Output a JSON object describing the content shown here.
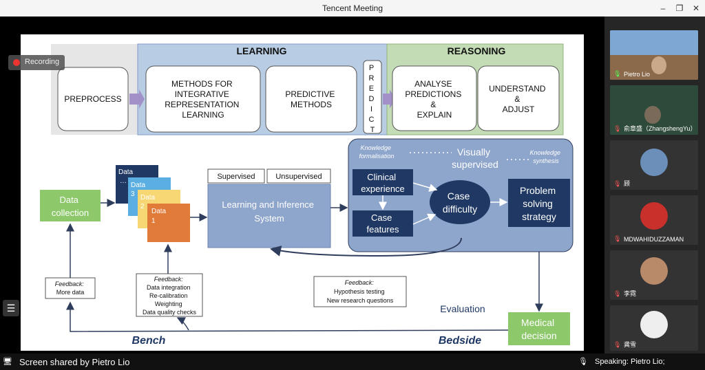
{
  "window": {
    "title": "Tencent Meeting",
    "minimize": "–",
    "maximize": "❐",
    "close": "✕"
  },
  "recording": {
    "label": "Recording"
  },
  "slide": {
    "learning_header": "LEARNING",
    "reasoning_header": "REASONING",
    "preprocess": "PREPROCESS",
    "methods": [
      "METHODS FOR",
      "INTEGRATIVE",
      "REPRESENTATION",
      "LEARNING"
    ],
    "predictive": [
      "PREDICTIVE",
      "METHODS"
    ],
    "predict_letters": [
      "P",
      "R",
      "E",
      "D",
      "I",
      "C",
      "T"
    ],
    "analyse": [
      "ANALYSE",
      "PREDICTIONS",
      "&",
      "EXPLAIN"
    ],
    "understand": [
      "UNDERSTAND",
      "&",
      "ADJUST"
    ],
    "data_collection": [
      "Data",
      "collection"
    ],
    "data_stack": [
      "Data",
      "…",
      "Data",
      "3",
      "Data",
      "2",
      "Data",
      "1"
    ],
    "supervised": "Supervised",
    "unsupervised": "Unsupervised",
    "learning_system": [
      "Learning and Inference",
      "System"
    ],
    "knowledge_formalisation": [
      "Knowledge",
      "formalisation"
    ],
    "visually_supervised": [
      "Visually",
      "supervised"
    ],
    "knowledge_synthesis": [
      "Knowledge",
      "synthesis"
    ],
    "clinical_experience": [
      "Clinical",
      "experience"
    ],
    "case_features": [
      "Case",
      "features"
    ],
    "case_difficulty": [
      "Case",
      "difficulty"
    ],
    "problem_solving": [
      "Problem",
      "solving",
      "strategy"
    ],
    "feedback_more_data": [
      "Feedback:",
      "More data"
    ],
    "feedback_integration": [
      "Feedback:",
      "Data integration",
      "Re-calibration",
      "Weighting",
      "Data quality checks"
    ],
    "feedback_hypothesis": [
      "Feedback:",
      "Hypothesis testing",
      "New research questions"
    ],
    "evaluation": "Evaluation",
    "medical_decision": [
      "Medical",
      "decision"
    ],
    "bench": "Bench",
    "bedside": "Bedside"
  },
  "participants": [
    {
      "name": "Pietro Lio",
      "mic_icon": "mic-on-icon"
    },
    {
      "name": "俞章盛（ZhangshengYu）",
      "mic_icon": "mic-off-icon"
    },
    {
      "name": "顾",
      "mic_icon": "mic-off-icon"
    },
    {
      "name": "MDWAHIDUZZAMAN",
      "mic_icon": "mic-off-icon"
    },
    {
      "name": "李霓",
      "mic_icon": "mic-off-icon"
    },
    {
      "name": "龚雪",
      "mic_icon": "mic-off-icon"
    }
  ],
  "status": {
    "screen_shared": "Screen shared by Pietro Lio",
    "speaking": "Speaking: Pietro Lio;"
  },
  "colors": {
    "learning_bg": "#b8cce4",
    "reasoning_bg": "#c3dcb5",
    "preprocess_bg": "#e6e6e6",
    "panel_blue": "#8ea5cc",
    "navy": "#1f3864",
    "green_box": "#8dc86b",
    "orange": "#e07b39",
    "yellow": "#f7d774",
    "lightblue": "#5aaee2"
  }
}
